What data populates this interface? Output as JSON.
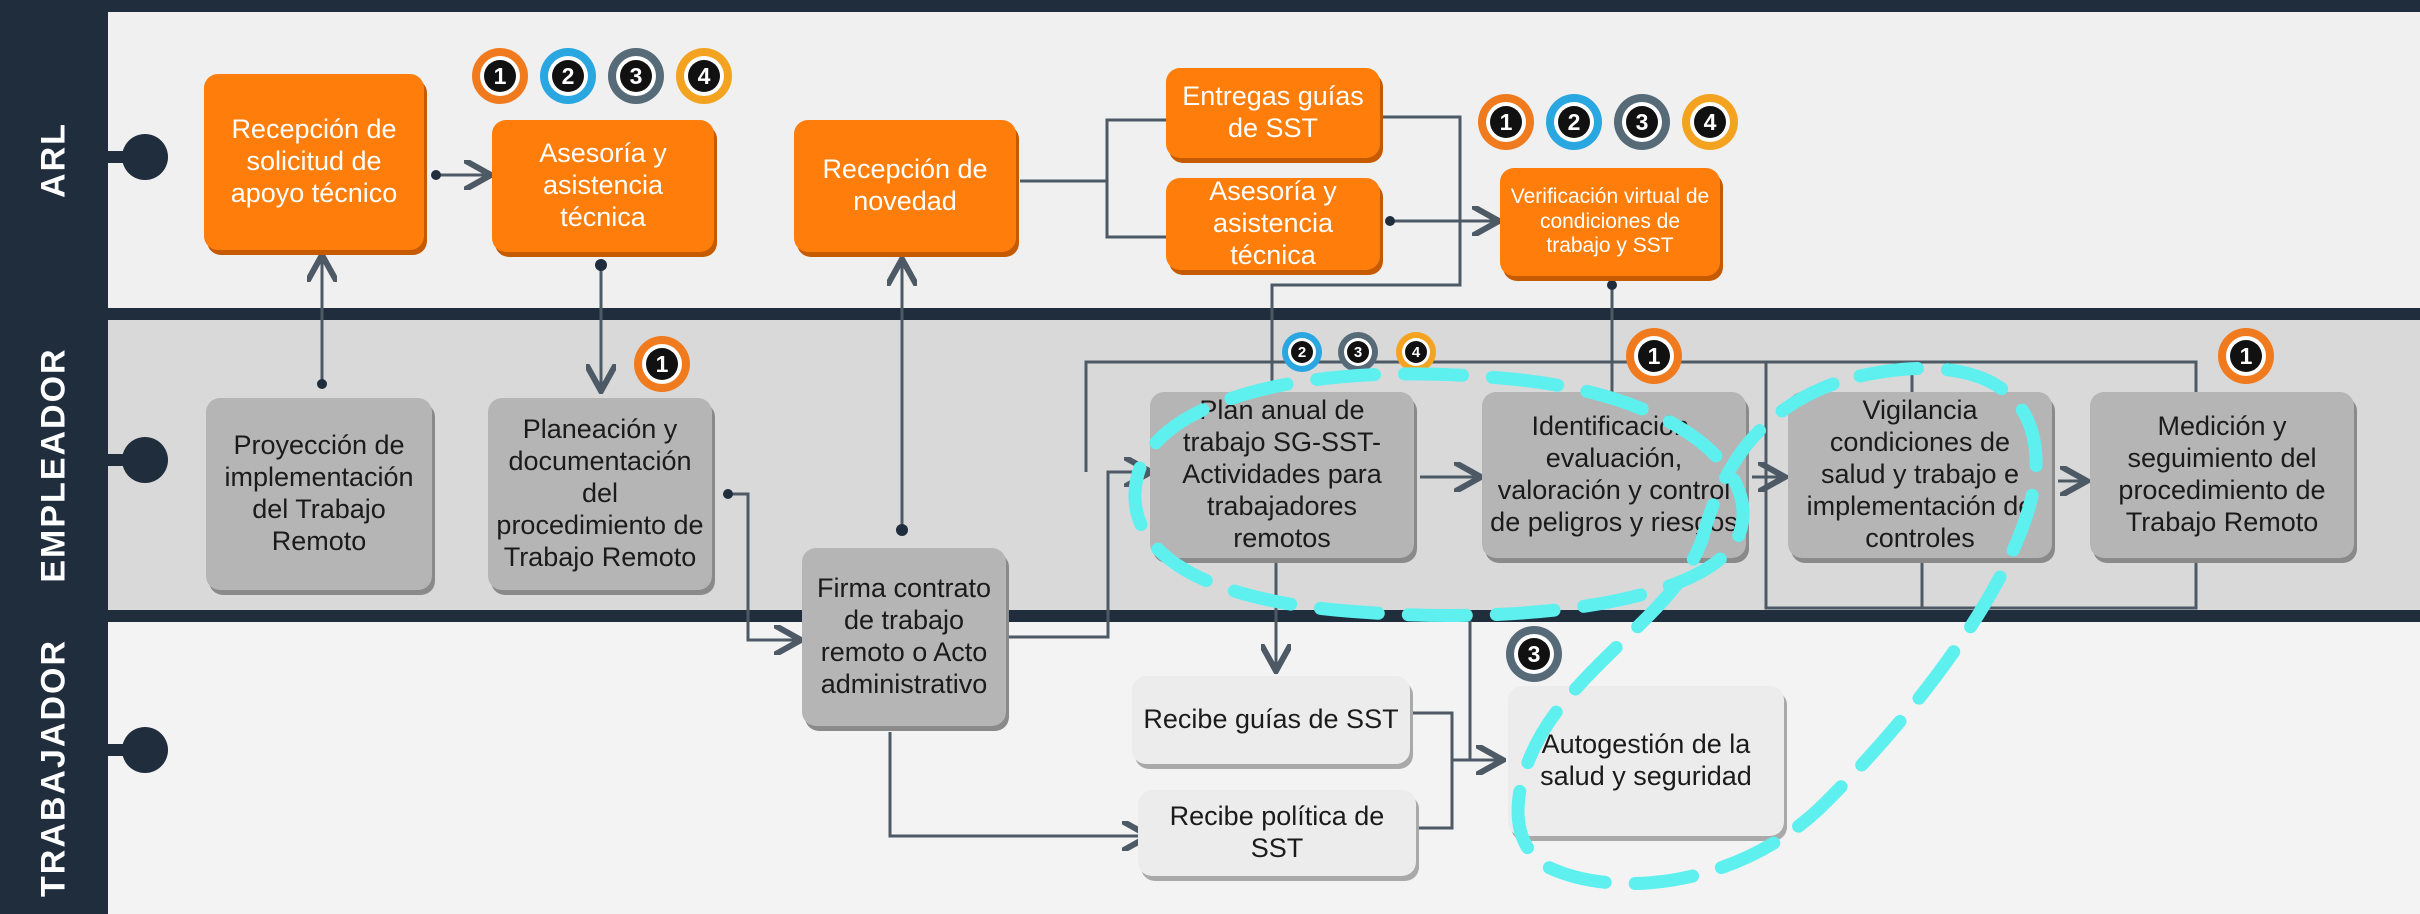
{
  "lanes": {
    "arl": "ARL",
    "empleador": "EMPLEADOR",
    "trabajador": "TRABAJADOR"
  },
  "nodes": {
    "recepcion_solicitud": "Recepción de solicitud de apoyo técnico",
    "asesoria_1": "Asesoría y asistencia técnica",
    "recepcion_novedad": "Recepción de novedad",
    "entregas_guias": "Entregas guías de SST",
    "asesoria_2": "Asesoría y asistencia técnica",
    "verificacion_virtual": "Verificación virtual de condiciones de trabajo y SST",
    "proyeccion": "Proyección de implementación del Trabajo Remoto",
    "planeacion": "Planeación y documentación del procedimiento de Trabajo Remoto",
    "plan_anual": "Plan anual de trabajo SG-SST- Actividades para trabajadores remotos",
    "identificacion": "Identificación, evaluación, valoración y control de peligros y riesgos",
    "vigilancia": "Vigilancia condiciones de salud y trabajo e implementación de controles",
    "medicion": "Medición y seguimiento del procedimiento de Trabajo Remoto",
    "firma_contrato": "Firma contrato de trabajo remoto o Acto administrativo",
    "recibe_guias": "Recibe guías de SST",
    "recibe_politica": "Recibe política de SST",
    "autogestion": "Autogestión de la salud y seguridad"
  },
  "badges": {
    "one": "1",
    "two": "2",
    "three": "3",
    "four": "4"
  },
  "colors": {
    "lane_header": "#1f2d3d",
    "arl_lane": "#f0f0f0",
    "empleador_lane": "#d9d9d9",
    "trabajador_lane": "#f3f3f3",
    "orange_box": "#ff7d0a",
    "gray_box": "#b5b5b5",
    "highlight": "#5ef0ef",
    "badge_1": "#f07b1f",
    "badge_2": "#2aa7e0",
    "badge_3": "#566a78",
    "badge_4": "#f4a321"
  }
}
